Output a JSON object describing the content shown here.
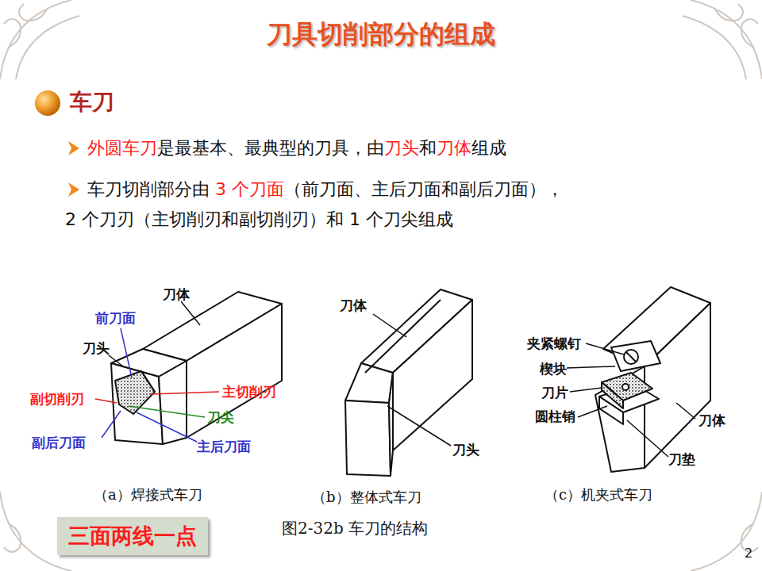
{
  "diagram": {
    "title": "刀具切削部分的组成",
    "caption": "图2-32b 车刀的结构",
    "nodes": [
      {
        "text": [
          "三面两线一点"
        ]
      }
    ],
    "labels": [
      "车刀",
      "外圆车刀",
      "是最基本、最典型的刀具，由",
      "刀头",
      "和",
      "刀体",
      "组成",
      "车刀切削部分由 ",
      "3 个刀面",
      "（前刀面、主后刀面和副后刀面），",
      "2 个刀刃（主切削刃和副切削刃）和 1 个刀尖组成",
      "刀体",
      "前刀面",
      "刀头",
      "副切削刃",
      "主切削刃",
      "刀尖",
      "副后刀面",
      "主后刀面",
      "（a）焊接式车刀",
      "刀体",
      "刀头",
      "（b）整体式车刀",
      "夹紧螺钉",
      "楔块",
      "刀片",
      "圆柱销",
      "刀体",
      "刀垫",
      "（c）机夹式车刀",
      "2"
    ]
  }
}
